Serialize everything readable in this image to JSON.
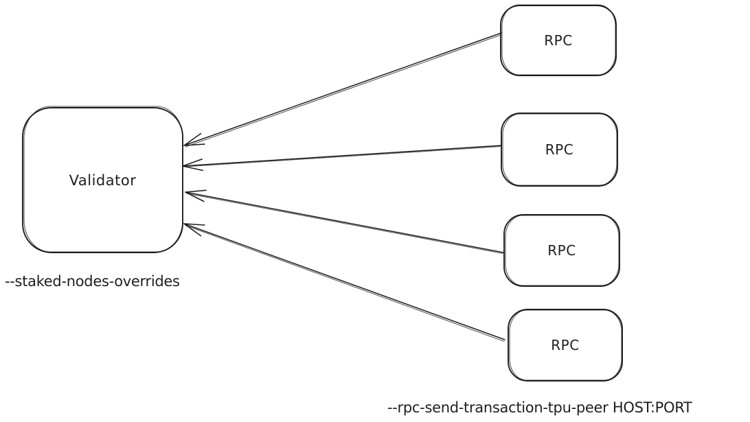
{
  "diagram": {
    "background_color": "#ffffff",
    "stroke_color": "#1e1e1e",
    "validator": {
      "label": "Validator",
      "flag_label": "--staked-nodes-overrides"
    },
    "rpc_nodes": [
      {
        "label": "RPC"
      },
      {
        "label": "RPC"
      },
      {
        "label": "RPC"
      },
      {
        "label": "RPC"
      }
    ],
    "rpc_flag_label": "--rpc-send-transaction-tpu-peer HOST:PORT"
  }
}
